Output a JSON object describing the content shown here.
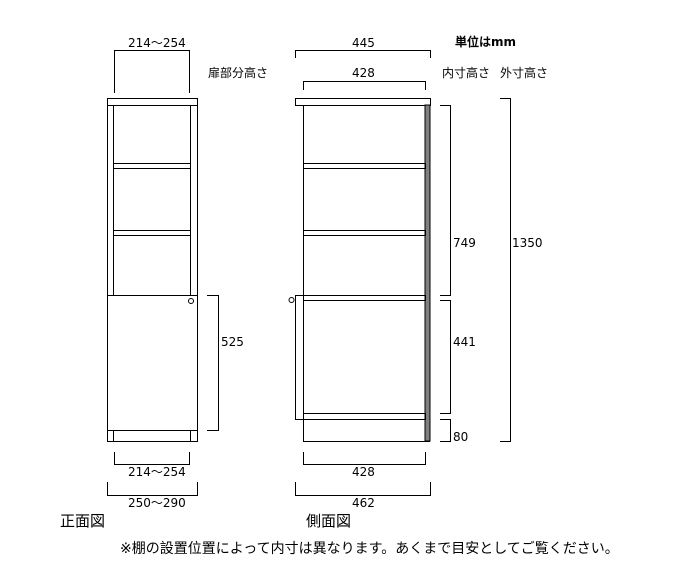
{
  "unit_label": "単位はmm",
  "front": {
    "title": "正面図",
    "top_width": "214～254",
    "door_height_label": "扉部分高さ",
    "door_height": "525",
    "bottom_inner_width": "214～254",
    "bottom_outer_width": "250～290"
  },
  "side": {
    "title": "側面図",
    "outer_depth_top": "445",
    "inner_depth_top": "428",
    "inner_height_label": "内寸高さ",
    "outer_height_label": "外寸高さ",
    "upper_inner_height": "749",
    "lower_inner_height": "441",
    "base_height": "80",
    "total_height": "1350",
    "bottom_inner_depth": "428",
    "bottom_outer_depth": "462"
  },
  "note": "※棚の設置位置によって内寸は異なります。あくまで目安としてご覧ください。",
  "colors": {
    "line": "#000000",
    "back_panel": "#808080"
  }
}
